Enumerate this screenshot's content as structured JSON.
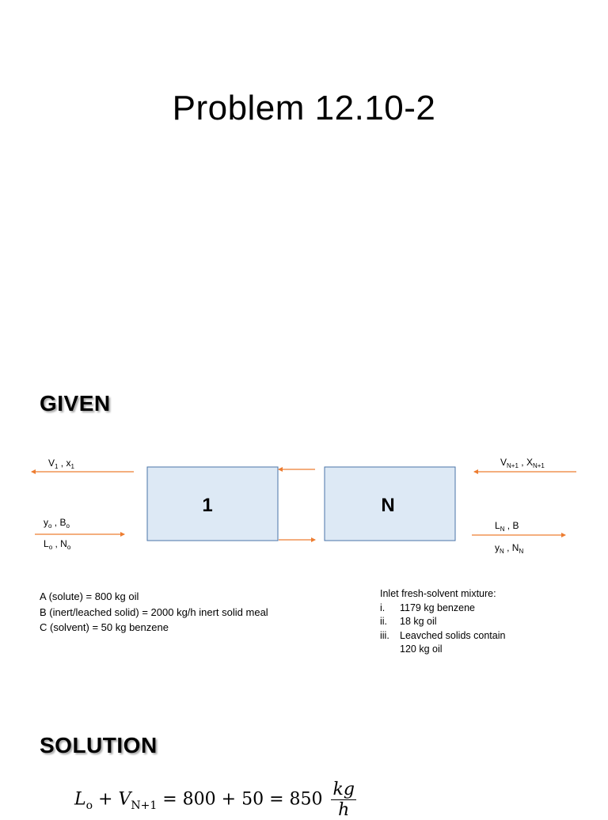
{
  "title": "Problem 12.10-2",
  "given_heading": "GIVEN",
  "solution_heading": "SOLUTION",
  "diagram": {
    "stage_1_label": "1",
    "stage_n_label": "N",
    "streams": {
      "v1": {
        "main": "V",
        "sub1": "1",
        "sep": " , ",
        "main2": "x",
        "sub2": "1"
      },
      "y0": {
        "main": "y",
        "sub1": "o",
        "sep": " , ",
        "main2": "B",
        "sub2": "o"
      },
      "l0": {
        "main": "L",
        "sub1": "o",
        "sep": " , ",
        "main2": "N",
        "sub2": "o"
      },
      "vn1": {
        "main": "V",
        "sub1": "N+1",
        "sep": " , ",
        "main2": "X",
        "sub2": "N+1"
      },
      "ln": {
        "main": "L",
        "sub1": "N",
        "sep": " , ",
        "main2": "B",
        "sub2": ""
      },
      "yn": {
        "main": "y",
        "sub1": "N",
        "sep": " , ",
        "main2": "N",
        "sub2": "N"
      }
    },
    "colors": {
      "box_fill": "#dde9f5",
      "box_stroke": "#4a74a8",
      "arrow": "#ed7d31"
    }
  },
  "left_info": [
    "A (solute) = 800 kg oil",
    "B (inert/leached solid) = 2000 kg/h inert solid meal",
    "C (solvent) =  50 kg benzene"
  ],
  "right_info": {
    "heading": "Inlet fresh-solvent mixture:",
    "items": [
      {
        "num": "i.",
        "text": "1179 kg benzene"
      },
      {
        "num": "ii.",
        "text": "18 kg oil"
      },
      {
        "num": "iii.",
        "text": "Leavched solids contain"
      }
    ],
    "continuation": "120 kg oil"
  },
  "equation": {
    "lhs_a": "L",
    "lhs_a_sub": "o",
    "plus": " + ",
    "lhs_b": "V",
    "lhs_b_sub": "N+1",
    "rhs": " = 800 + 50 = 850 ",
    "unit_num": "kg",
    "unit_den": "h"
  }
}
